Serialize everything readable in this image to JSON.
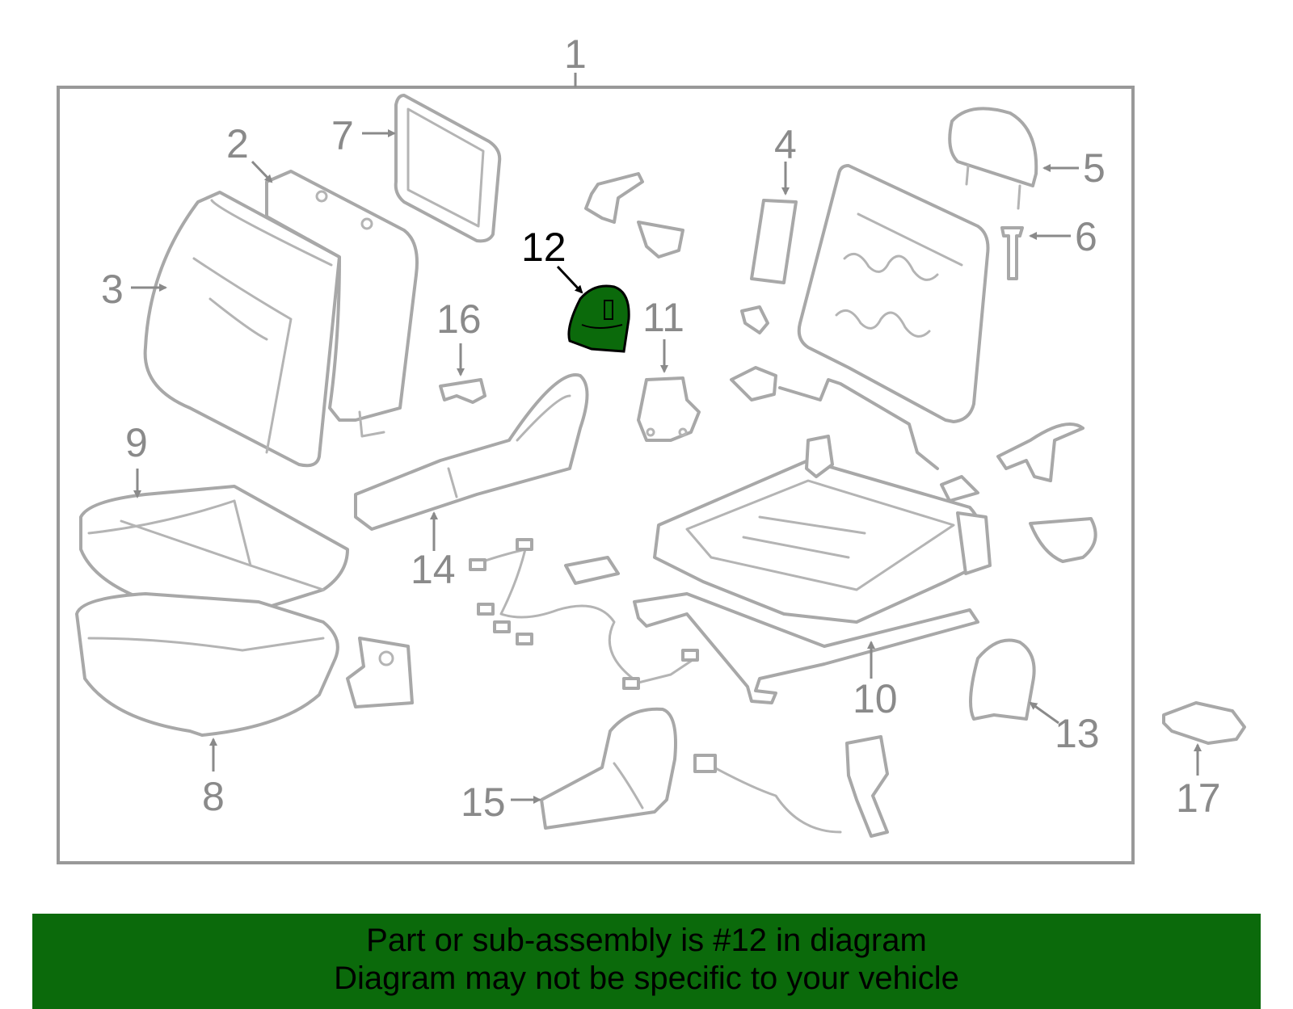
{
  "callouts": {
    "c1": "1",
    "c2": "2",
    "c3": "3",
    "c4": "4",
    "c5": "5",
    "c6": "6",
    "c7": "7",
    "c8": "8",
    "c9": "9",
    "c10": "10",
    "c11": "11",
    "c12": "12",
    "c13": "13",
    "c14": "14",
    "c15": "15",
    "c16": "16",
    "c17": "17"
  },
  "highlight": {
    "part_number": "12",
    "color": "#0b6a0b"
  },
  "banner": {
    "line1": "Part or sub-assembly is #12 in diagram",
    "line2": "Diagram may not be specific to your vehicle",
    "background": "#0b6a0b"
  },
  "colors": {
    "line": "#a8a8a8",
    "label": "#8a8a8a",
    "highlight_label": "#000000"
  }
}
